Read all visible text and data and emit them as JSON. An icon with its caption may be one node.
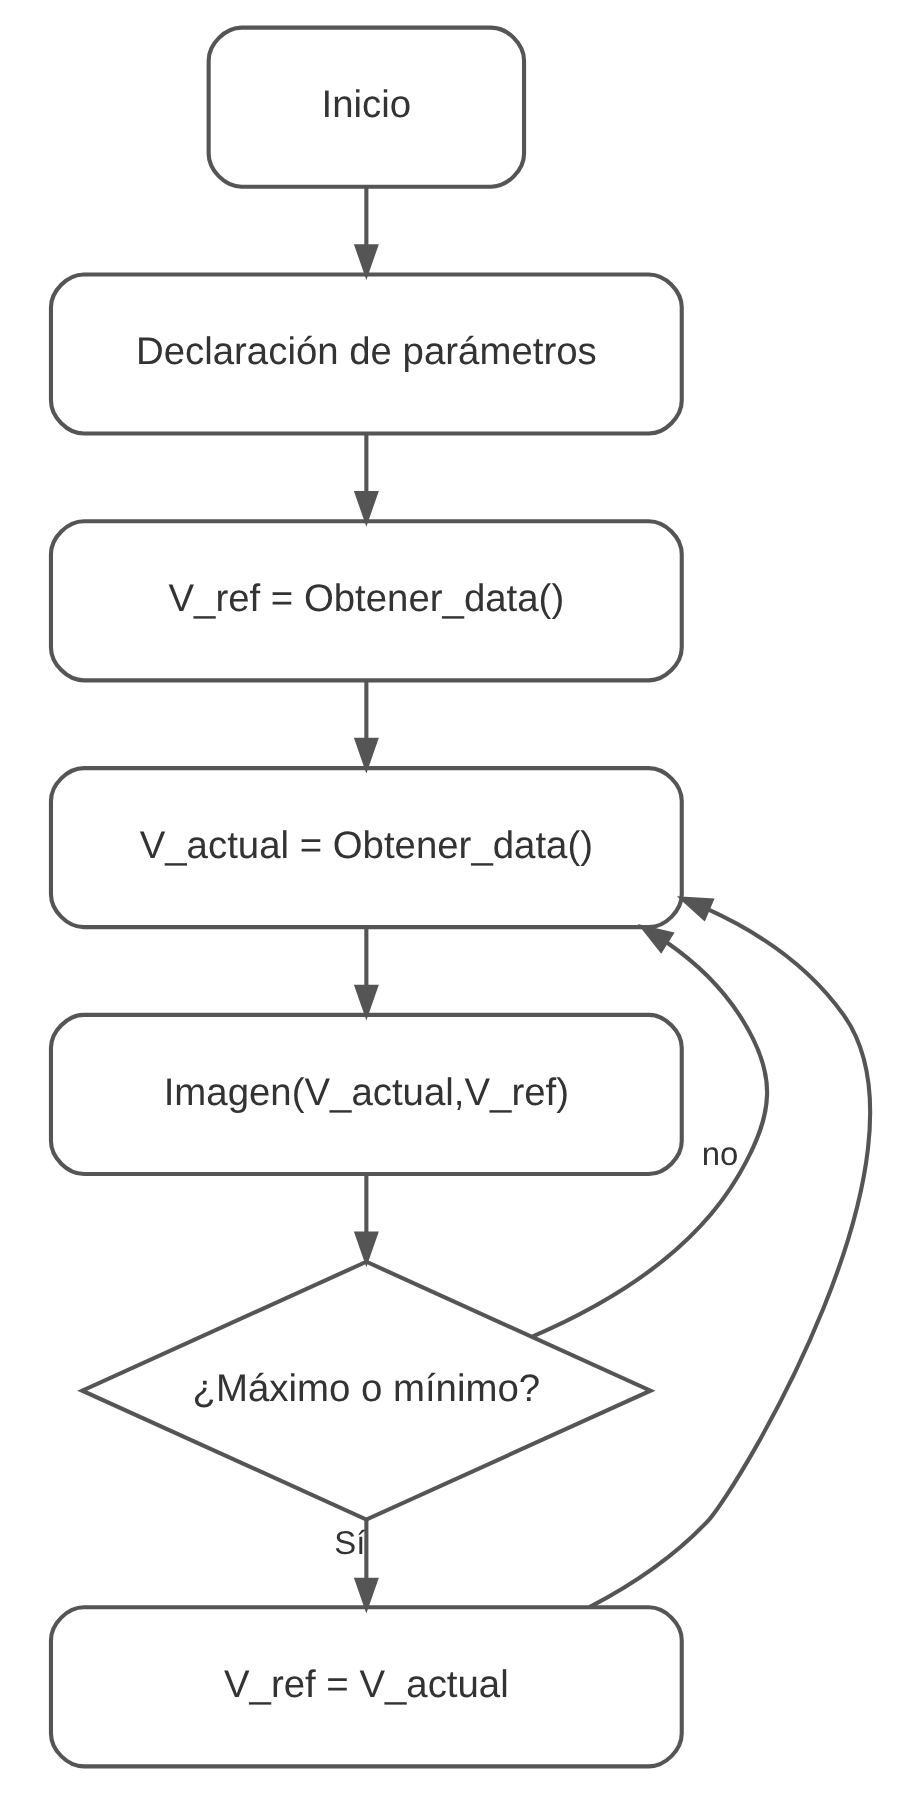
{
  "diagram": {
    "nodes": [
      {
        "text": [
          "Inicio"
        ]
      },
      {
        "text": [
          "Declaración de parámetros"
        ]
      },
      {
        "text": [
          "V_ref = Obtener_data()"
        ]
      },
      {
        "text": [
          "V_actual = Obtener_data()"
        ]
      },
      {
        "text": [
          "Imagen(V_actual,V_ref)"
        ]
      },
      {
        "text": [
          "¿Máximo o mínimo?"
        ]
      },
      {
        "text": [
          "V_ref = V_actual"
        ]
      }
    ],
    "edges": [
      {
        "from": 0,
        "to": 1,
        "arrow": "to"
      },
      {
        "from": 1,
        "to": 2,
        "arrow": "to"
      },
      {
        "from": 2,
        "to": 3,
        "arrow": "to"
      },
      {
        "from": 3,
        "to": 4,
        "arrow": "to"
      },
      {
        "from": 4,
        "to": 5,
        "arrow": "to"
      },
      {
        "from": 5,
        "to": 6,
        "label": "Sí",
        "arrow": "to"
      },
      {
        "from": 6,
        "to": 3,
        "arrow": "to"
      },
      {
        "from": 5,
        "to": 3,
        "label": "no",
        "arrow": "to"
      }
    ]
  }
}
